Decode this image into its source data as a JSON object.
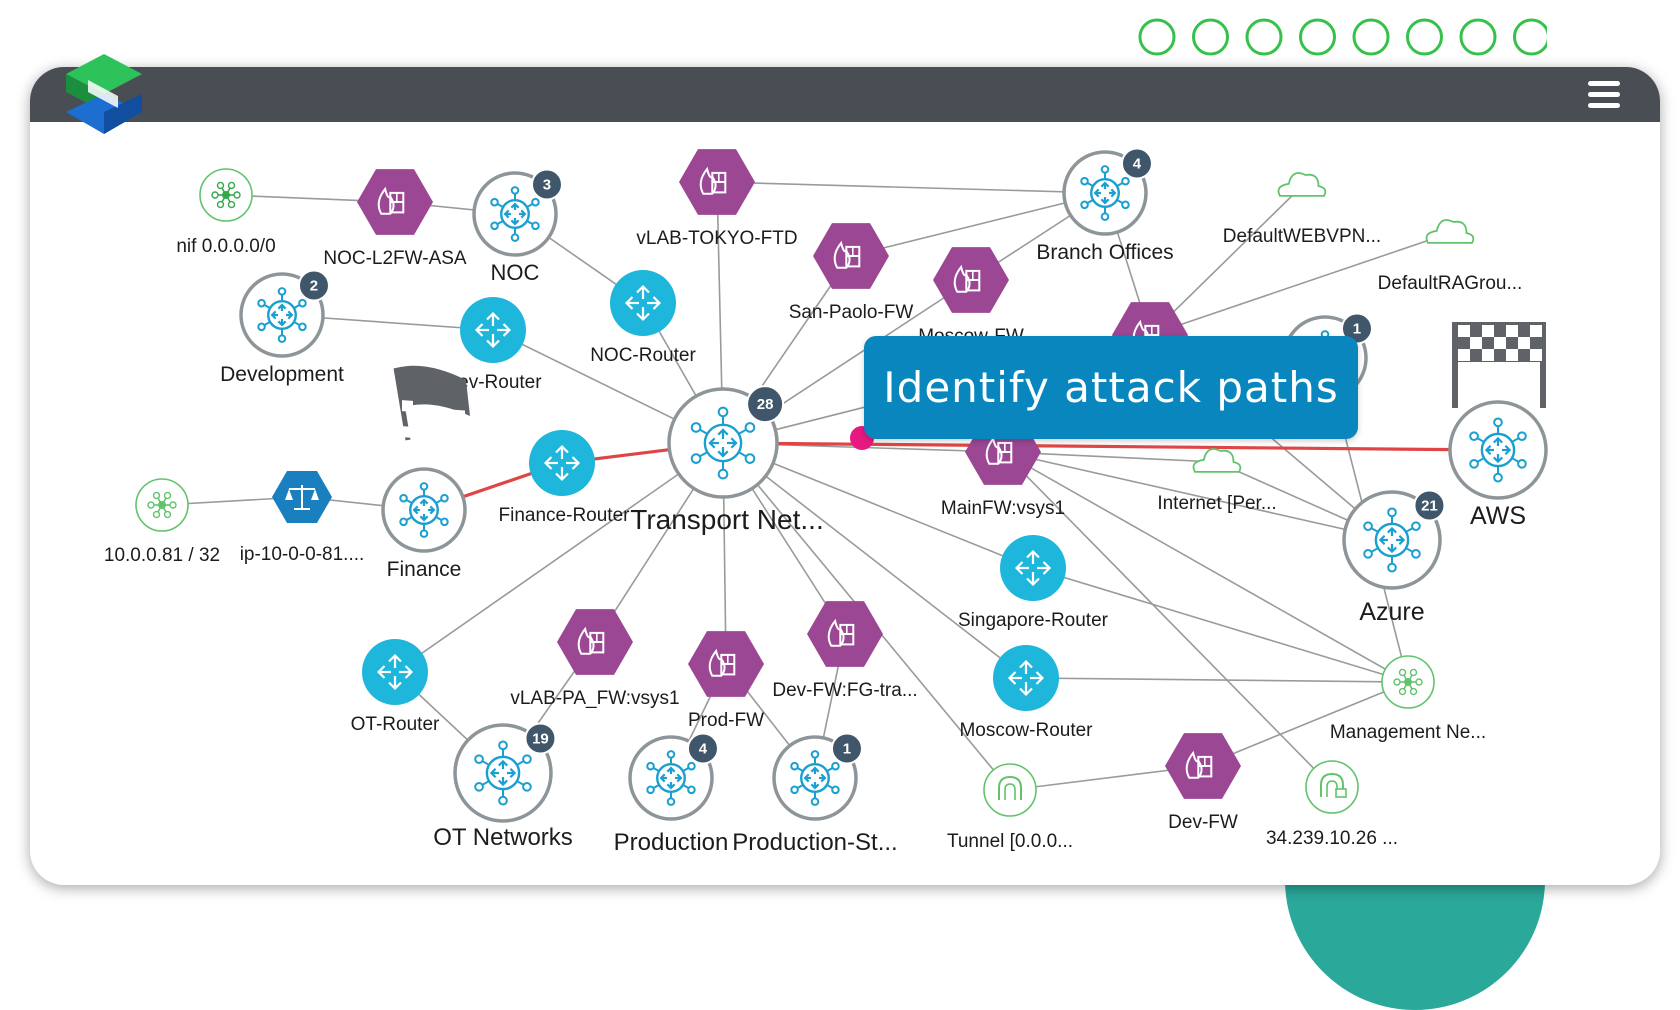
{
  "callout": "Identify attack paths",
  "colors": {
    "topbar": "#484e53",
    "accent_green": "#36c24a",
    "router": "#1fb6dc",
    "firewall": "#9b4794",
    "balancer": "#1a7fbf",
    "network": "#62c36c",
    "attack_path": "#e04545",
    "badge": "#40576b",
    "teal_blob": "#2aa89a"
  },
  "nodes": [
    {
      "id": "nif",
      "label": "nif 0.0.0.0/0",
      "type": "network-dark",
      "icon": "network-icon"
    },
    {
      "id": "noc_fw",
      "label": "NOC-L2FW-ASA",
      "type": "firewall",
      "icon": "firewall-icon"
    },
    {
      "id": "noc",
      "label": "NOC",
      "type": "zone",
      "badge": "3",
      "icon": "zone-hub-icon"
    },
    {
      "id": "tokyo",
      "label": "vLAB-TOKYO-FTD",
      "type": "firewall",
      "icon": "firewall-icon"
    },
    {
      "id": "branch",
      "label": "Branch Offices",
      "type": "zone",
      "badge": "4",
      "icon": "zone-hub-icon"
    },
    {
      "id": "webvpn",
      "label": "DefaultWEBVPN...",
      "type": "cloud",
      "icon": "cloud-icon"
    },
    {
      "id": "ragrou",
      "label": "DefaultRAGrou...",
      "type": "cloud",
      "icon": "cloud-icon"
    },
    {
      "id": "development",
      "label": "Development",
      "type": "zone",
      "badge": "2",
      "icon": "zone-hub-icon"
    },
    {
      "id": "dev_router",
      "label": "Dev-Router",
      "type": "router",
      "icon": "router-icon"
    },
    {
      "id": "noc_router",
      "label": "NOC-Router",
      "type": "router",
      "icon": "router-icon"
    },
    {
      "id": "sanpaolo",
      "label": "San-Paolo-FW",
      "type": "firewall",
      "icon": "firewall-icon"
    },
    {
      "id": "moscow_fw",
      "label": "Moscow-FW",
      "type": "firewall",
      "icon": "firewall-icon"
    },
    {
      "id": "hidden_fw",
      "label": "",
      "type": "firewall",
      "icon": "firewall-icon"
    },
    {
      "id": "hidden_zone",
      "label": "",
      "type": "zone",
      "badge": "1",
      "icon": "zone-hub-icon"
    },
    {
      "id": "transport",
      "label": "Transport Net...",
      "type": "zone",
      "badge": "28",
      "icon": "zone-hub-icon"
    },
    {
      "id": "finance_router",
      "label": "Finance-Router",
      "type": "router",
      "icon": "router-icon"
    },
    {
      "id": "finance",
      "label": "Finance",
      "type": "zone",
      "icon": "zone-hub-icon"
    },
    {
      "id": "ip10",
      "label": "ip-10-0-0-81....",
      "type": "balancer",
      "icon": "balance-icon"
    },
    {
      "id": "net10",
      "label": "10.0.0.81 / 32",
      "type": "network",
      "icon": "network-icon"
    },
    {
      "id": "mainfw",
      "label": "MainFW:vsys1",
      "type": "firewall",
      "icon": "firewall-icon"
    },
    {
      "id": "internet",
      "label": "Internet [Per...",
      "type": "cloud",
      "icon": "cloud-icon"
    },
    {
      "id": "aws",
      "label": "AWS",
      "type": "zone",
      "icon": "zone-hub-icon"
    },
    {
      "id": "azure",
      "label": "Azure",
      "type": "zone",
      "badge": "21",
      "icon": "zone-hub-icon"
    },
    {
      "id": "singapore",
      "label": "Singapore-Router",
      "type": "router",
      "icon": "router-icon"
    },
    {
      "id": "moscow_router",
      "label": "Moscow-Router",
      "type": "router",
      "icon": "router-icon"
    },
    {
      "id": "mgmt",
      "label": "Management Ne...",
      "type": "network",
      "icon": "network-icon"
    },
    {
      "id": "pa_fw",
      "label": "vLAB-PA_FW:vsys1",
      "type": "firewall",
      "icon": "firewall-icon"
    },
    {
      "id": "prod_fw",
      "label": "Prod-FW",
      "type": "firewall",
      "icon": "firewall-icon"
    },
    {
      "id": "dev_fg",
      "label": "Dev-FW:FG-tra...",
      "type": "firewall",
      "icon": "firewall-icon"
    },
    {
      "id": "ot_router",
      "label": "OT-Router",
      "type": "router",
      "icon": "router-icon"
    },
    {
      "id": "ot",
      "label": "OT Networks",
      "type": "zone",
      "badge": "19",
      "icon": "zone-hub-icon"
    },
    {
      "id": "production",
      "label": "Production",
      "type": "zone",
      "badge": "4",
      "icon": "zone-hub-icon"
    },
    {
      "id": "production_st",
      "label": "Production-St...",
      "type": "zone",
      "badge": "1",
      "icon": "zone-hub-icon"
    },
    {
      "id": "tunnel",
      "label": "Tunnel [0.0.0...",
      "type": "tunnel",
      "icon": "tunnel-icon"
    },
    {
      "id": "dev_fw",
      "label": "Dev-FW",
      "type": "firewall",
      "icon": "firewall-icon"
    },
    {
      "id": "ip34",
      "label": "34.239.10.26 ...",
      "type": "vpn",
      "icon": "vpn-lock-icon"
    }
  ],
  "edges": [
    [
      "nif",
      "noc_fw"
    ],
    [
      "noc_fw",
      "noc"
    ],
    [
      "noc",
      "noc_router"
    ],
    [
      "noc_router",
      "transport"
    ],
    [
      "development",
      "dev_router"
    ],
    [
      "dev_router",
      "transport"
    ],
    [
      "tokyo",
      "transport"
    ],
    [
      "tokyo",
      "branch"
    ],
    [
      "sanpaolo",
      "transport"
    ],
    [
      "sanpaolo",
      "branch"
    ],
    [
      "moscow_fw",
      "transport"
    ],
    [
      "moscow_fw",
      "branch"
    ],
    [
      "branch",
      "hidden_fw"
    ],
    [
      "webvpn",
      "hidden_fw"
    ],
    [
      "ragrou",
      "hidden_fw"
    ],
    [
      "hidden_fw",
      "transport"
    ],
    [
      "hidden_fw",
      "hidden_zone"
    ],
    [
      "net10",
      "ip10"
    ],
    [
      "ip10",
      "finance"
    ],
    [
      "mainfw",
      "internet"
    ],
    [
      "mainfw",
      "azure"
    ],
    [
      "mainfw",
      "mgmt"
    ],
    [
      "mainfw",
      "ip34"
    ],
    [
      "transport",
      "singapore"
    ],
    [
      "transport",
      "moscow_router"
    ],
    [
      "transport",
      "tunnel"
    ],
    [
      "transport",
      "pa_fw"
    ],
    [
      "transport",
      "prod_fw"
    ],
    [
      "transport",
      "dev_fg"
    ],
    [
      "transport",
      "ot_router"
    ],
    [
      "ot_router",
      "ot"
    ],
    [
      "pa_fw",
      "ot"
    ],
    [
      "prod_fw",
      "production"
    ],
    [
      "prod_fw",
      "production_st"
    ],
    [
      "dev_fg",
      "production_st"
    ],
    [
      "singapore",
      "mgmt"
    ],
    [
      "moscow_router",
      "mgmt"
    ],
    [
      "tunnel",
      "dev_fw"
    ],
    [
      "dev_fw",
      "mgmt"
    ],
    [
      "hidden_fw",
      "azure"
    ],
    [
      "internet",
      "azure"
    ],
    [
      "mgmt",
      "hidden_zone"
    ],
    [
      "transport",
      "mainfw"
    ]
  ],
  "attack_path": [
    "finance",
    "finance_router",
    "transport",
    "aws"
  ],
  "flags": [
    {
      "at": "finance",
      "icon": "finish-flag-icon"
    },
    {
      "at": "aws",
      "icon": "finish-line-icon"
    }
  ],
  "deco_circle_count": 8
}
